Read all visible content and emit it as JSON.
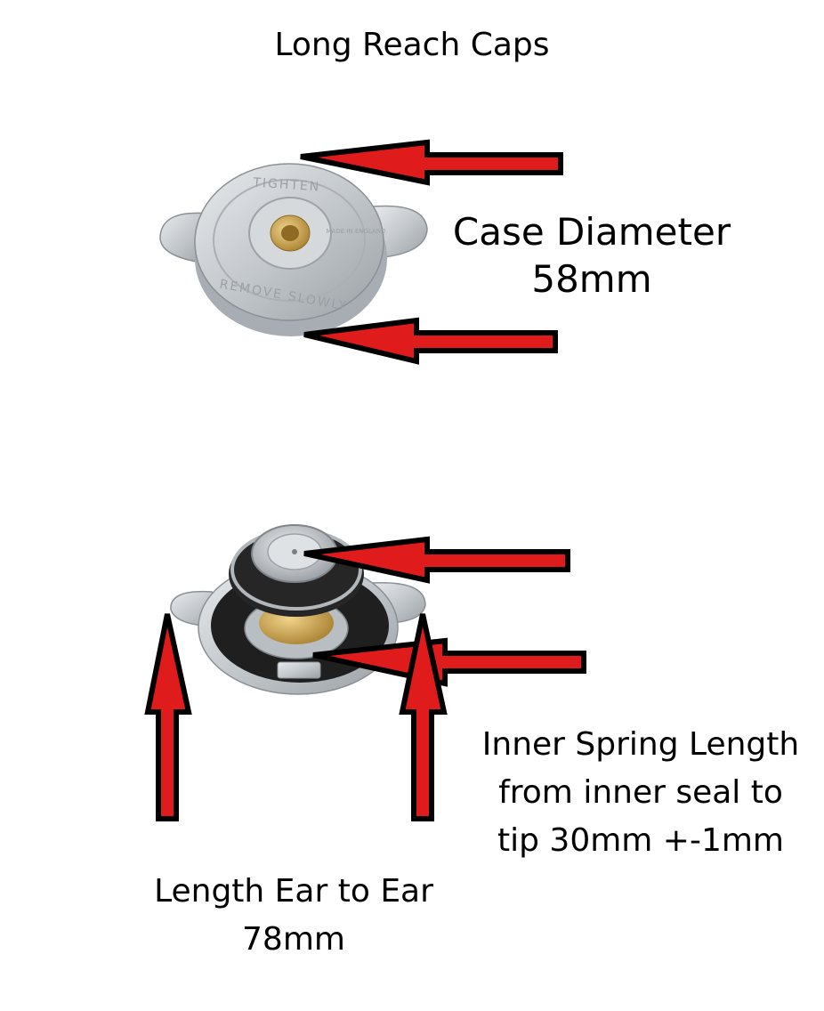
{
  "title": "Long Reach Caps",
  "case_diameter": {
    "line1": "Case Diameter",
    "line2": "58mm"
  },
  "inner_spring": {
    "line1": "Inner Spring Length",
    "line2": "from inner seal to",
    "line3": "tip 30mm +-1mm"
  },
  "ear_to_ear": {
    "line1": "Length Ear to Ear",
    "line2": "78mm"
  },
  "top_cap_embossing": {
    "upper": "TIGHTEN",
    "lower": "REMOVE SLOWLY",
    "side": "MADE IN ENGLAND"
  },
  "colors": {
    "arrow_fill": "#e01b1b",
    "arrow_outline": "#000000",
    "metal": "#c9cdd1",
    "brass": "#c9a255",
    "rubber": "#1f1f1f"
  }
}
